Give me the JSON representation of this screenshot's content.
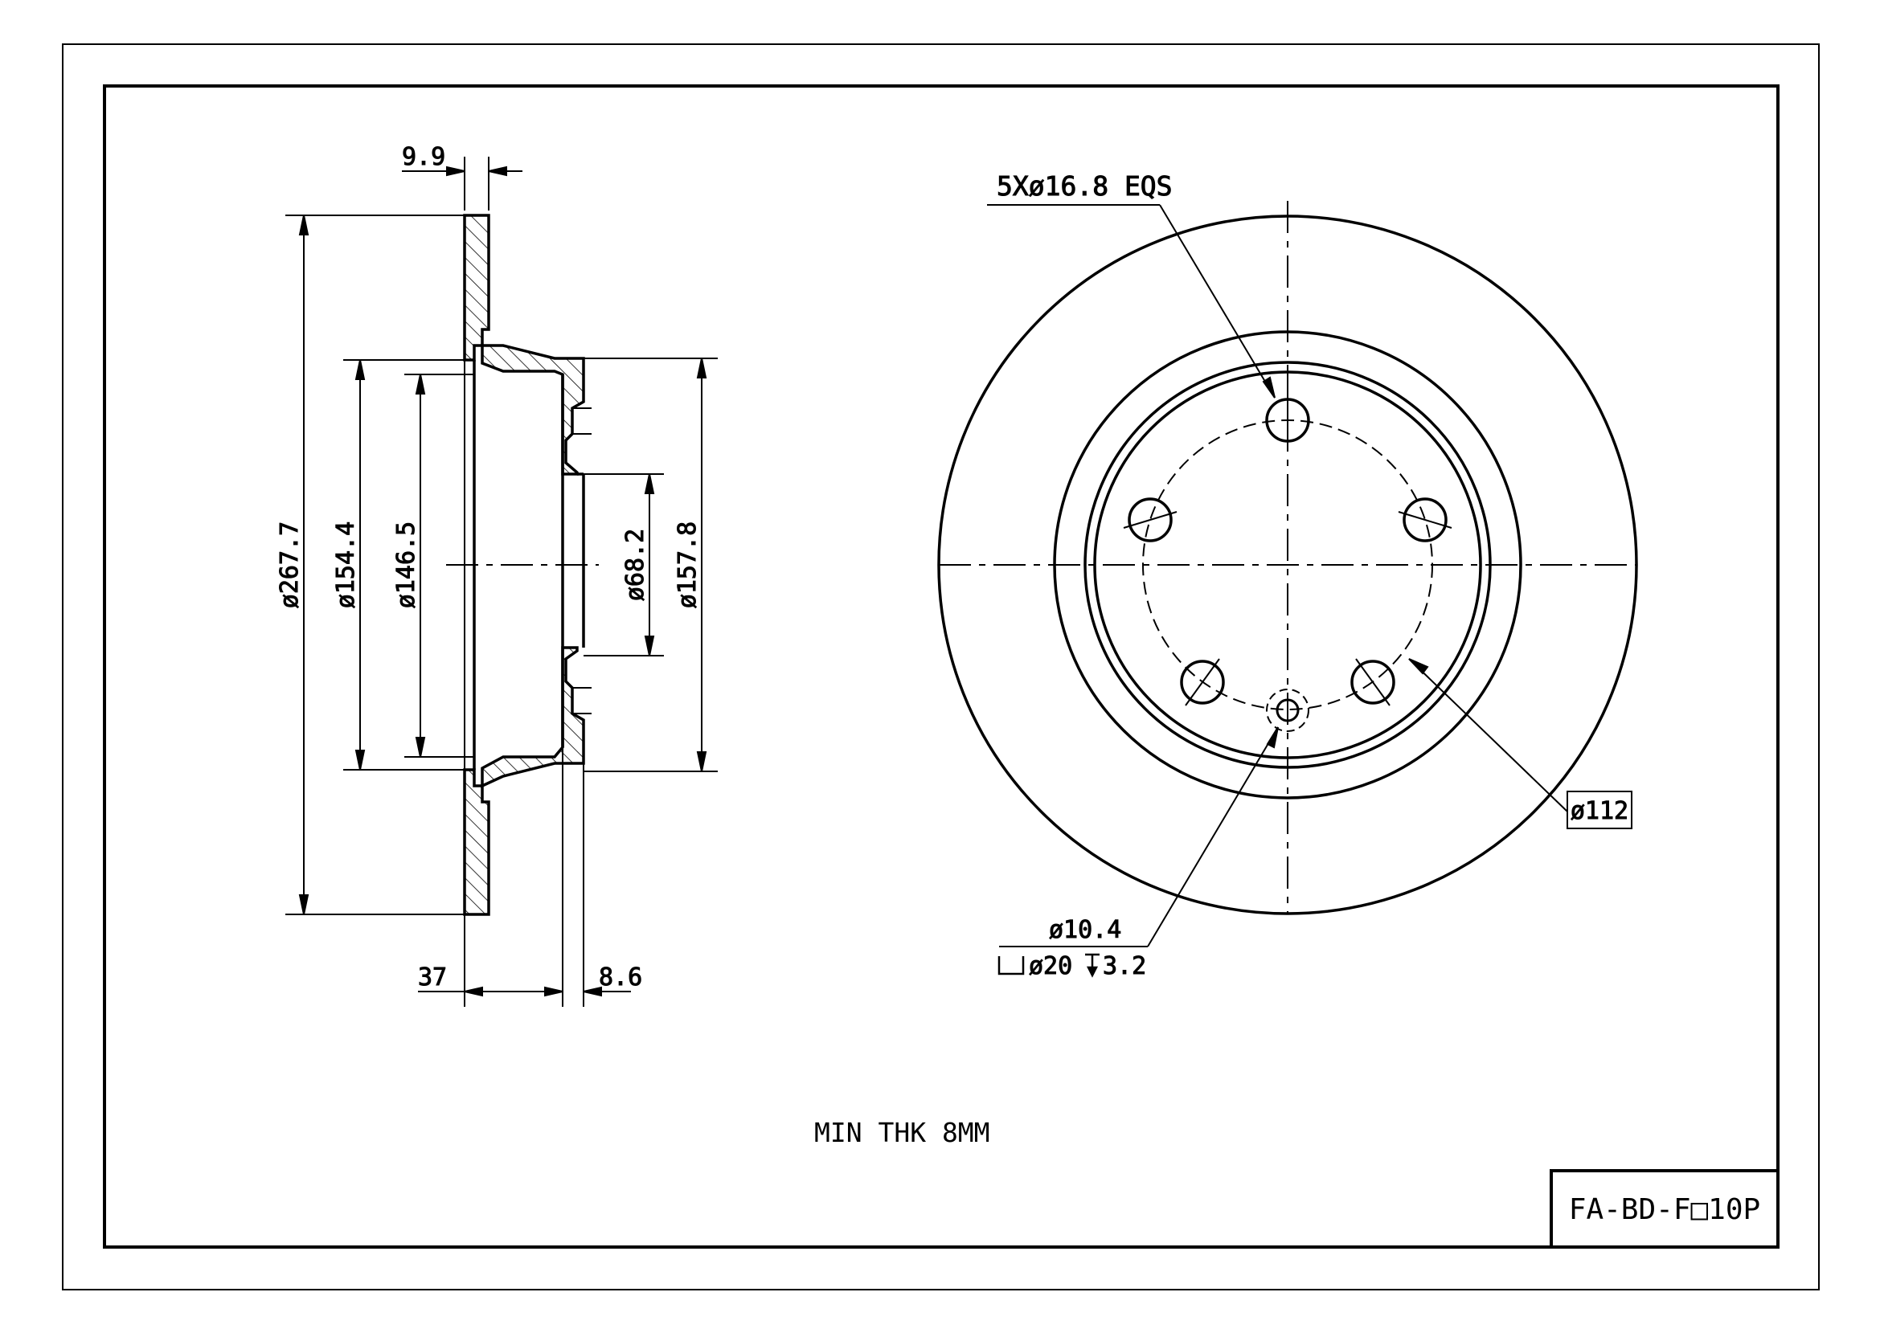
{
  "title_block": {
    "part_number": "FA-BD-F□10P"
  },
  "notes": {
    "min_thickness": "MIN THK 8MM"
  },
  "side_view": {
    "dimensions": {
      "hat_offset": "9.9",
      "outer_diameter": "ø267.7",
      "hat_outer_diameter": "ø154.4",
      "hat_inner_diameter": "ø146.5",
      "center_bore": "ø68.2",
      "hat_flange_diameter": "ø157.8",
      "overall_height": "37",
      "hub_flange_thickness": "8.6"
    }
  },
  "front_view": {
    "callouts": {
      "bolt_holes": "5Xø16.8 EQS",
      "bolt_circle": "ø112",
      "pin_hole": "ø10.4",
      "counterbore_diameter": "ø20",
      "counterbore_depth": "3.2"
    },
    "bolt_hole_count": 5
  }
}
